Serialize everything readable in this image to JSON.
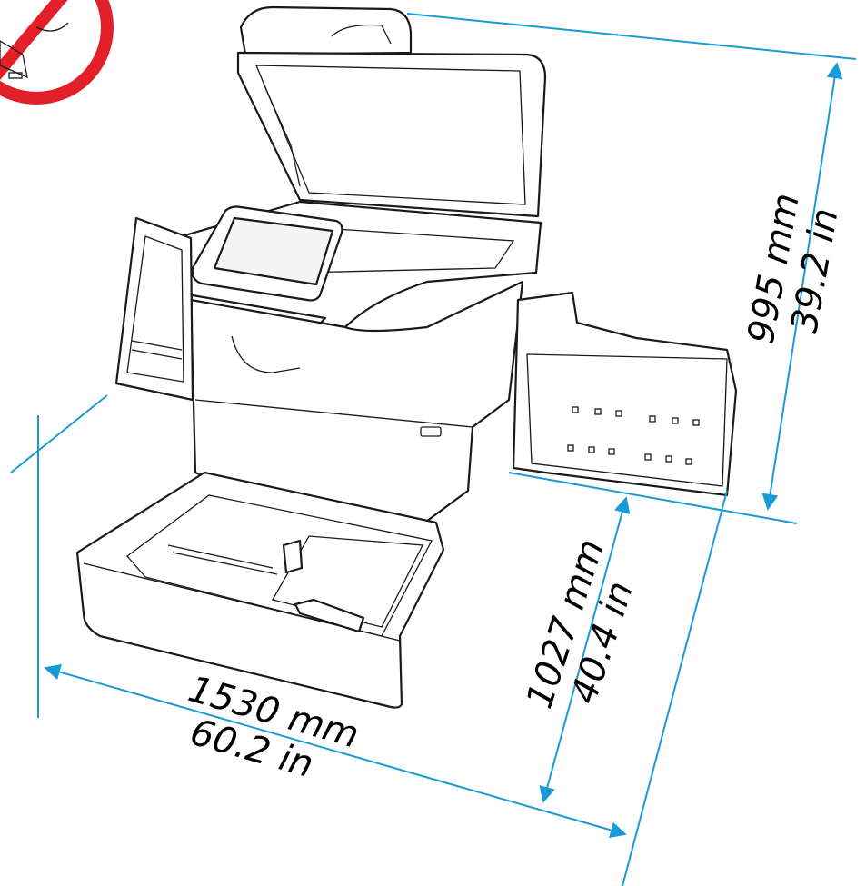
{
  "colors": {
    "dimension_line": "#1a9ad6",
    "warning_red": "#e3202a",
    "outline": "#1a1a1a"
  },
  "icons": {
    "warning": "prohibition-sign-icon"
  },
  "dimensions": {
    "height": {
      "mm": "995 mm",
      "in": "39.2 in"
    },
    "depth": {
      "mm": "1027 mm",
      "in": "40.4 in"
    },
    "width": {
      "mm": "1530 mm",
      "in": "60.2 in"
    }
  }
}
